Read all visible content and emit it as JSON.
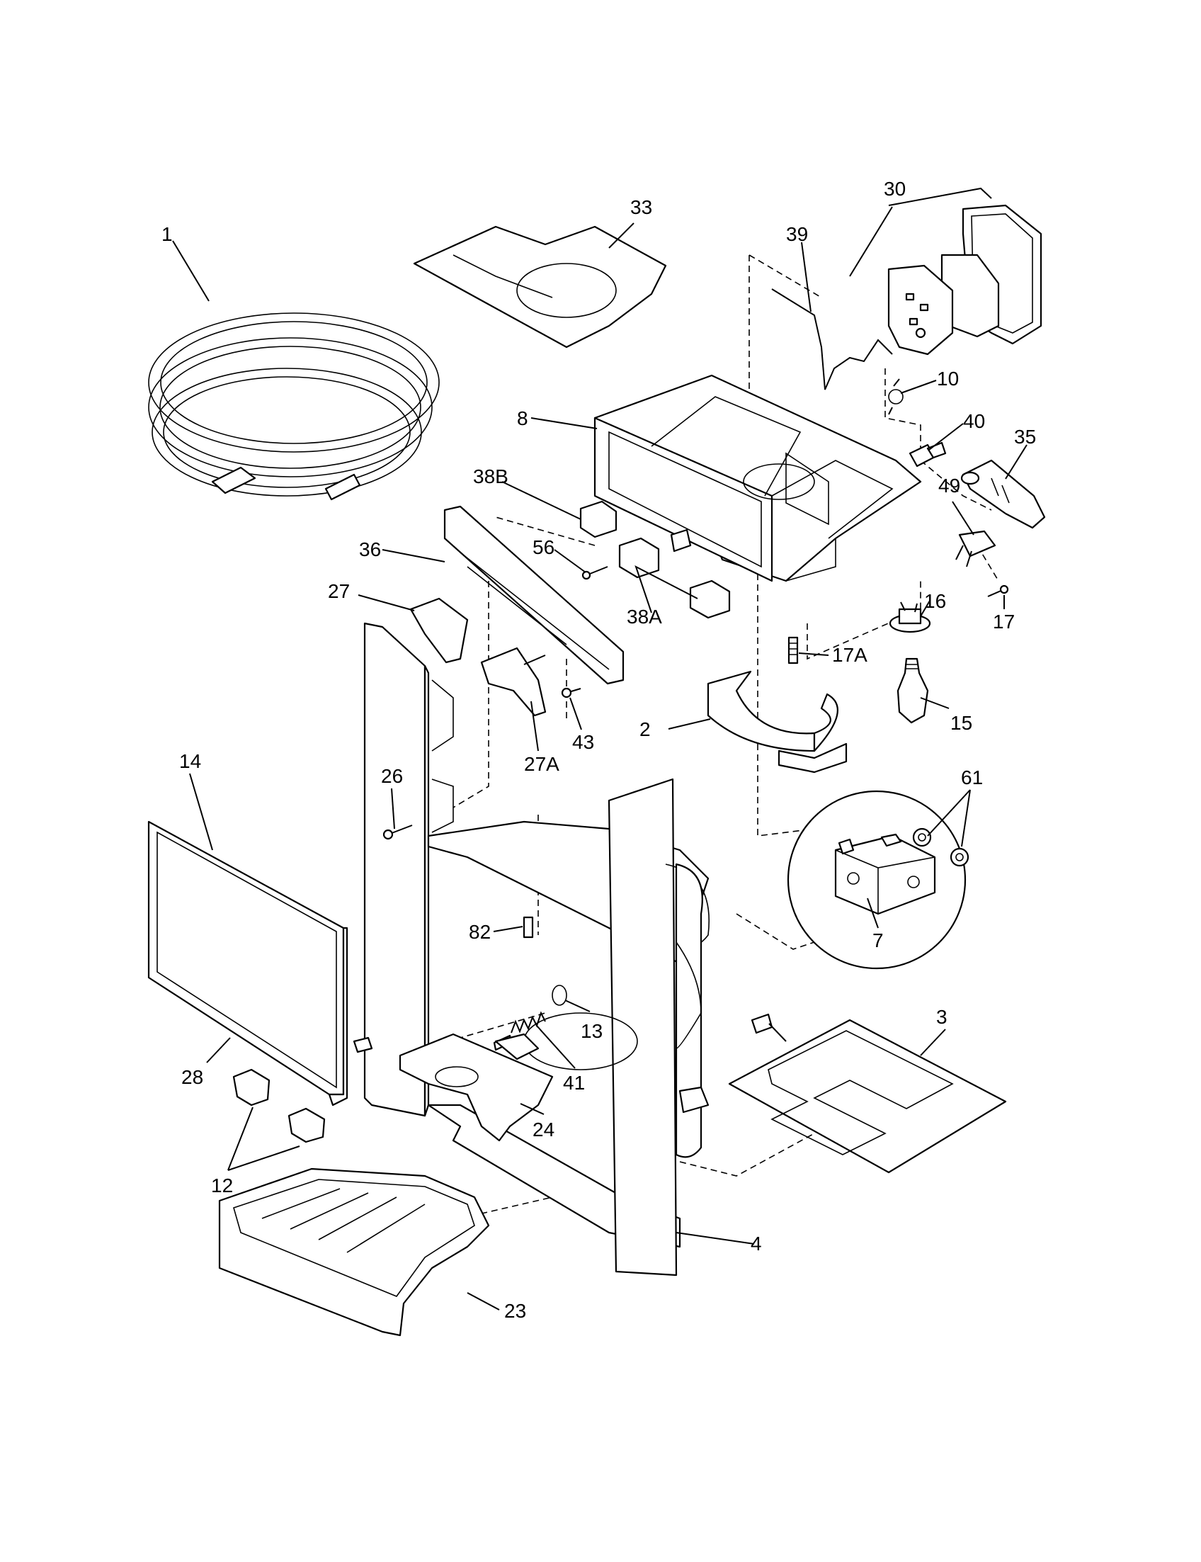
{
  "diagram": {
    "callouts": [
      "1",
      "33",
      "30",
      "39",
      "10",
      "40",
      "35",
      "8",
      "38B",
      "49",
      "56",
      "36",
      "16",
      "27",
      "38A",
      "17",
      "17A",
      "15",
      "2",
      "43",
      "27A",
      "14",
      "26",
      "61",
      "82",
      "7",
      "13",
      "3",
      "41",
      "28",
      "24",
      "12",
      "4",
      "23"
    ]
  }
}
